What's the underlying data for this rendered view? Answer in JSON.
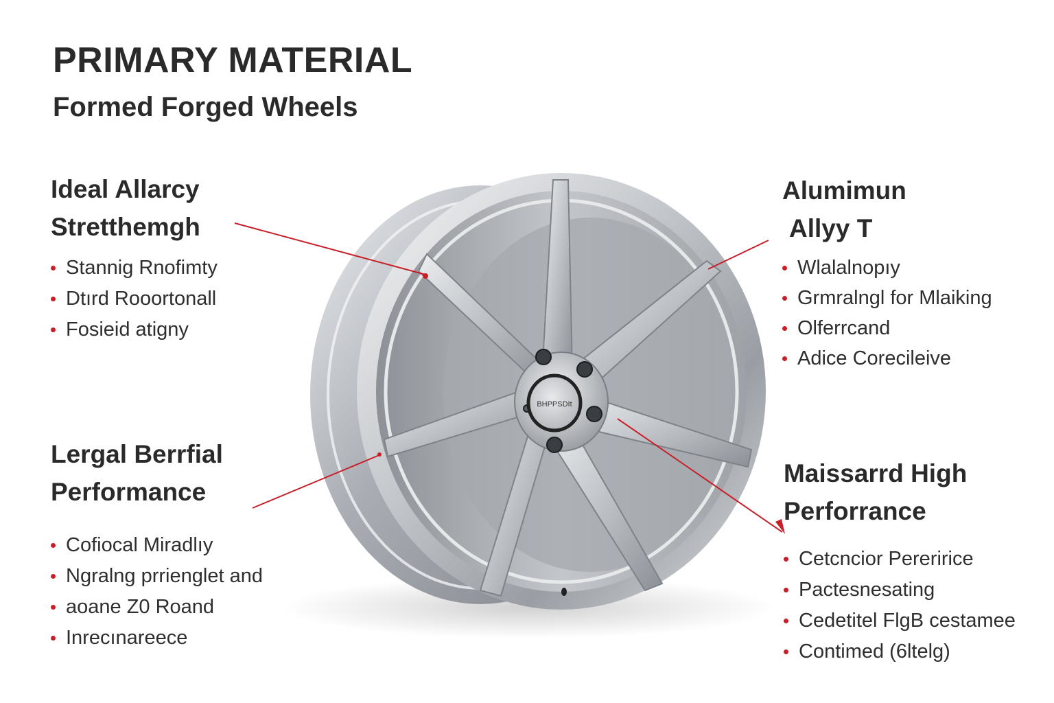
{
  "header": {
    "title": "PRIMARY MATERIAL",
    "subtitle": "Formed Forged Wheels"
  },
  "wheel": {
    "center_cap_text": "BHPPSDIt"
  },
  "callouts": [
    {
      "heading_line1": "Ideal Allarcy",
      "heading_line2": "Stretthemgh",
      "items": [
        "Stannig Rnofimty",
        "Dtırd Rooortonall",
        "Fosieid atigny"
      ]
    },
    {
      "heading_line1": "Alumimun",
      "heading_line2": "Allyy T",
      "items": [
        "Wlalalnopıy",
        "Grmralngl for Mlaiking",
        "Olferrcand",
        "Adice Corecileive"
      ]
    },
    {
      "heading_line1": "Lergal Berrfial",
      "heading_line2": "Performance",
      "items": [
        "Cofiocal Miradlıy",
        "Ngralng prrienglet and",
        "aoane Z0 Roand",
        "Inrecınareece"
      ]
    },
    {
      "heading_line1": "Maissarrd High",
      "heading_line2": "Perforrance",
      "items": [
        "Cetcncior Pereririce",
        "Pactesnesating",
        "Cedetitel FlgB cestamee",
        "Contimed (6ltelg)"
      ]
    }
  ],
  "colors": {
    "accent": "#c8202a",
    "text": "#2a2a2a",
    "wheel_silver": "#b9bdc2"
  }
}
